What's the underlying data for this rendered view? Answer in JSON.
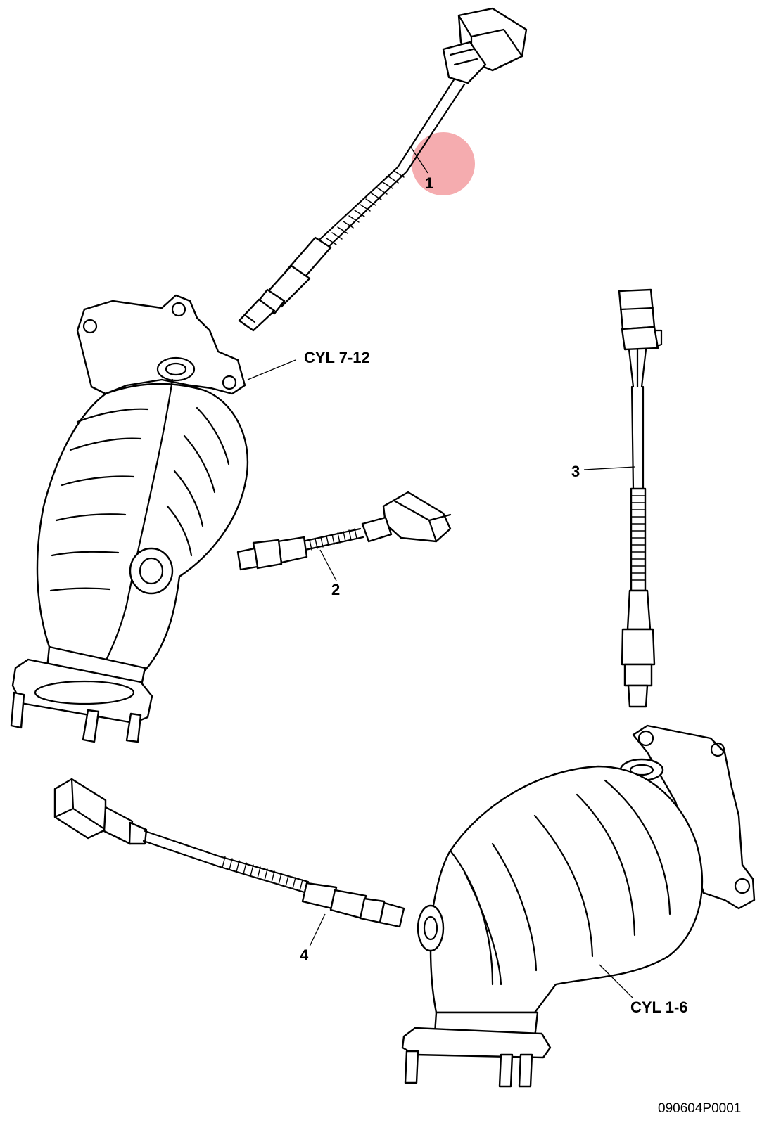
{
  "callouts": {
    "part_1": "1",
    "part_2": "2",
    "part_3": "3",
    "part_4": "4",
    "cyl_7_12": "CYL 7-12",
    "cyl_1_6": "CYL 1-6"
  },
  "document_id": "090604P0001",
  "highlight_color": "#f4a3a6"
}
